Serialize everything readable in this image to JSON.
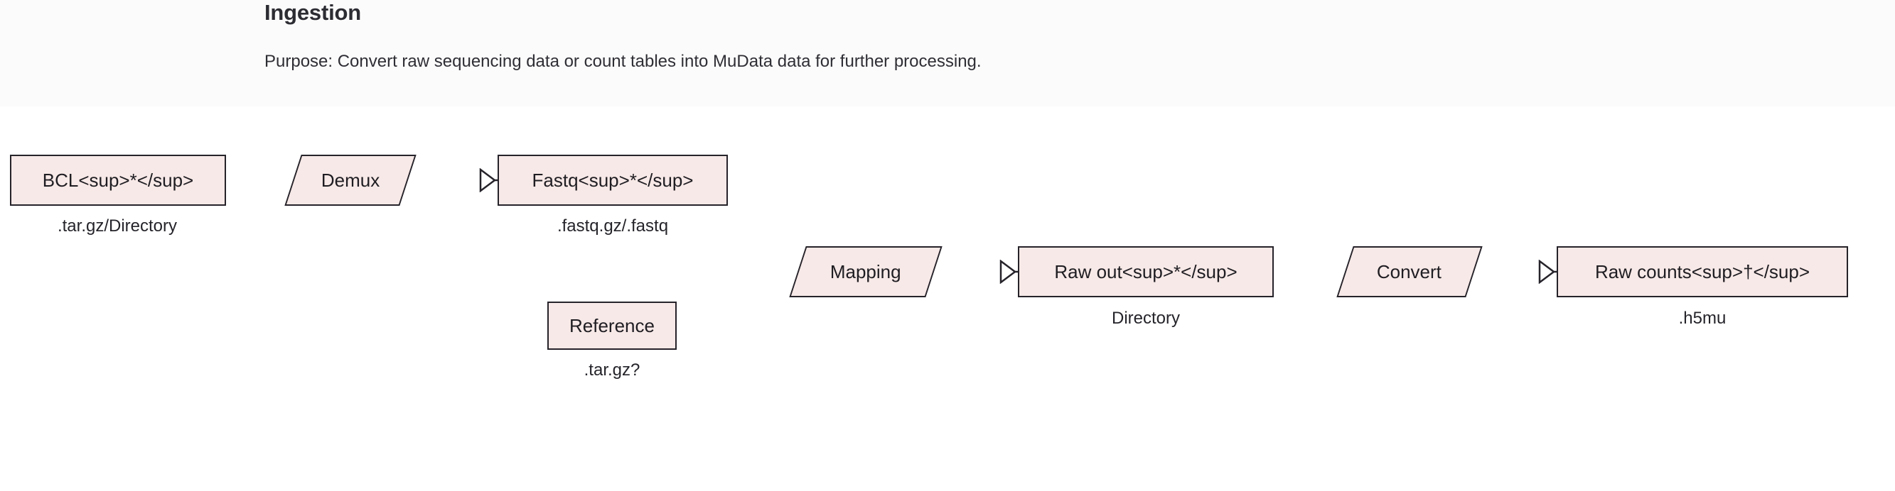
{
  "header": {
    "title": "Ingestion",
    "subtitle": "Purpose: Convert raw sequencing data or count tables into MuData data for further processing."
  },
  "theme": {
    "header_background": "#fbfbfb",
    "page_background": "#ffffff",
    "node_fill": "#f7e9e7",
    "node_border": "#26232a",
    "text_color": "#1f1d22"
  },
  "diagram": {
    "type": "flowchart",
    "nodes": [
      {
        "id": "bcl",
        "label": "BCL<sup>*</sup>",
        "shape": "rect",
        "caption": ".tar.gz/Directory"
      },
      {
        "id": "demux",
        "label": "Demux",
        "shape": "parallelogram",
        "caption": ""
      },
      {
        "id": "fastq",
        "label": "Fastq<sup>*</sup>",
        "shape": "rect",
        "caption": ".fastq.gz/.fastq"
      },
      {
        "id": "reference",
        "label": "Reference",
        "shape": "rect",
        "caption": ".tar.gz?"
      },
      {
        "id": "mapping",
        "label": "Mapping",
        "shape": "parallelogram",
        "caption": ""
      },
      {
        "id": "rawout",
        "label": "Raw out<sup>*</sup>",
        "shape": "rect",
        "caption": "Directory"
      },
      {
        "id": "convert",
        "label": "Convert",
        "shape": "parallelogram",
        "caption": ""
      },
      {
        "id": "rawcounts",
        "label": "Raw counts<sup>†</sup>",
        "shape": "rect",
        "caption": ".h5mu"
      }
    ],
    "edges": [
      {
        "from": "demux",
        "to": "fastq",
        "marker": "open-triangle"
      },
      {
        "from": "mapping",
        "to": "rawout",
        "marker": "open-triangle"
      },
      {
        "from": "convert",
        "to": "rawcounts",
        "marker": "open-triangle"
      }
    ],
    "captions": {
      "bcl": ".tar.gz/Directory",
      "fastq": ".fastq.gz/.fastq",
      "reference": ".tar.gz?",
      "rawout": "Directory",
      "rawcounts": ".h5mu"
    }
  }
}
